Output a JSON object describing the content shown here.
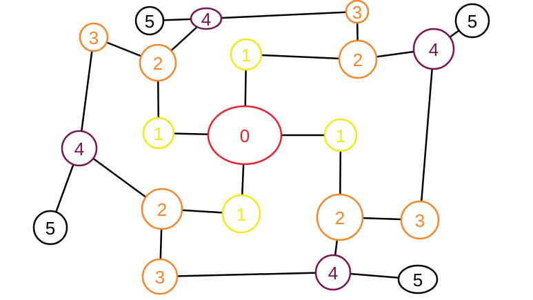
{
  "colors": {
    "level_0": "#e8202a",
    "level_1": "#f2ea18",
    "level_2": "#f7862a",
    "level_3": "#f7862a",
    "level_4": "#7a1250",
    "level_5": "#000000",
    "edge": "#000000"
  },
  "nodes": [
    {
      "id": "center",
      "label": "0",
      "level": 0
    },
    {
      "id": "top-1",
      "label": "1",
      "level": 1
    },
    {
      "id": "left-1",
      "label": "1",
      "level": 1
    },
    {
      "id": "right-1",
      "label": "1",
      "level": 1
    },
    {
      "id": "bottom-1",
      "label": "1",
      "level": 1
    },
    {
      "id": "top-left-2",
      "label": "2",
      "level": 2
    },
    {
      "id": "top-right-2",
      "label": "2",
      "level": 2
    },
    {
      "id": "bottom-left-2",
      "label": "2",
      "level": 2
    },
    {
      "id": "bottom-right-2",
      "label": "2",
      "level": 2
    },
    {
      "id": "far-top-left-3",
      "label": "3",
      "level": 3
    },
    {
      "id": "top-right-3",
      "label": "3",
      "level": 3
    },
    {
      "id": "right-3",
      "label": "3",
      "level": 3
    },
    {
      "id": "bottom-left-3",
      "label": "3",
      "level": 3
    },
    {
      "id": "top-4",
      "label": "4",
      "level": 4
    },
    {
      "id": "right-4",
      "label": "4",
      "level": 4
    },
    {
      "id": "left-4",
      "label": "4",
      "level": 4
    },
    {
      "id": "bottom-4",
      "label": "4",
      "level": 4
    },
    {
      "id": "top-5",
      "label": "5",
      "level": 5
    },
    {
      "id": "right-5",
      "label": "5",
      "level": 5
    },
    {
      "id": "left-5",
      "label": "5",
      "level": 5
    },
    {
      "id": "bottom-5",
      "label": "5",
      "level": 5
    }
  ],
  "edges": [
    [
      "center",
      "top-1"
    ],
    [
      "center",
      "left-1"
    ],
    [
      "center",
      "right-1"
    ],
    [
      "center",
      "bottom-1"
    ],
    [
      "top-1",
      "top-right-2"
    ],
    [
      "left-1",
      "top-left-2"
    ],
    [
      "right-1",
      "bottom-right-2"
    ],
    [
      "bottom-1",
      "bottom-left-2"
    ],
    [
      "top-left-2",
      "far-top-left-3"
    ],
    [
      "top-left-2",
      "top-4"
    ],
    [
      "top-right-2",
      "top-right-3"
    ],
    [
      "top-right-2",
      "right-4"
    ],
    [
      "bottom-right-2",
      "right-3"
    ],
    [
      "bottom-right-2",
      "bottom-4"
    ],
    [
      "bottom-left-2",
      "left-4"
    ],
    [
      "bottom-left-2",
      "bottom-left-3"
    ],
    [
      "far-top-left-3",
      "left-4"
    ],
    [
      "top-right-3",
      "top-4"
    ],
    [
      "right-3",
      "right-4"
    ],
    [
      "bottom-left-3",
      "bottom-4"
    ],
    [
      "top-4",
      "top-5"
    ],
    [
      "right-4",
      "right-5"
    ],
    [
      "left-4",
      "left-5"
    ],
    [
      "bottom-4",
      "bottom-5"
    ]
  ]
}
